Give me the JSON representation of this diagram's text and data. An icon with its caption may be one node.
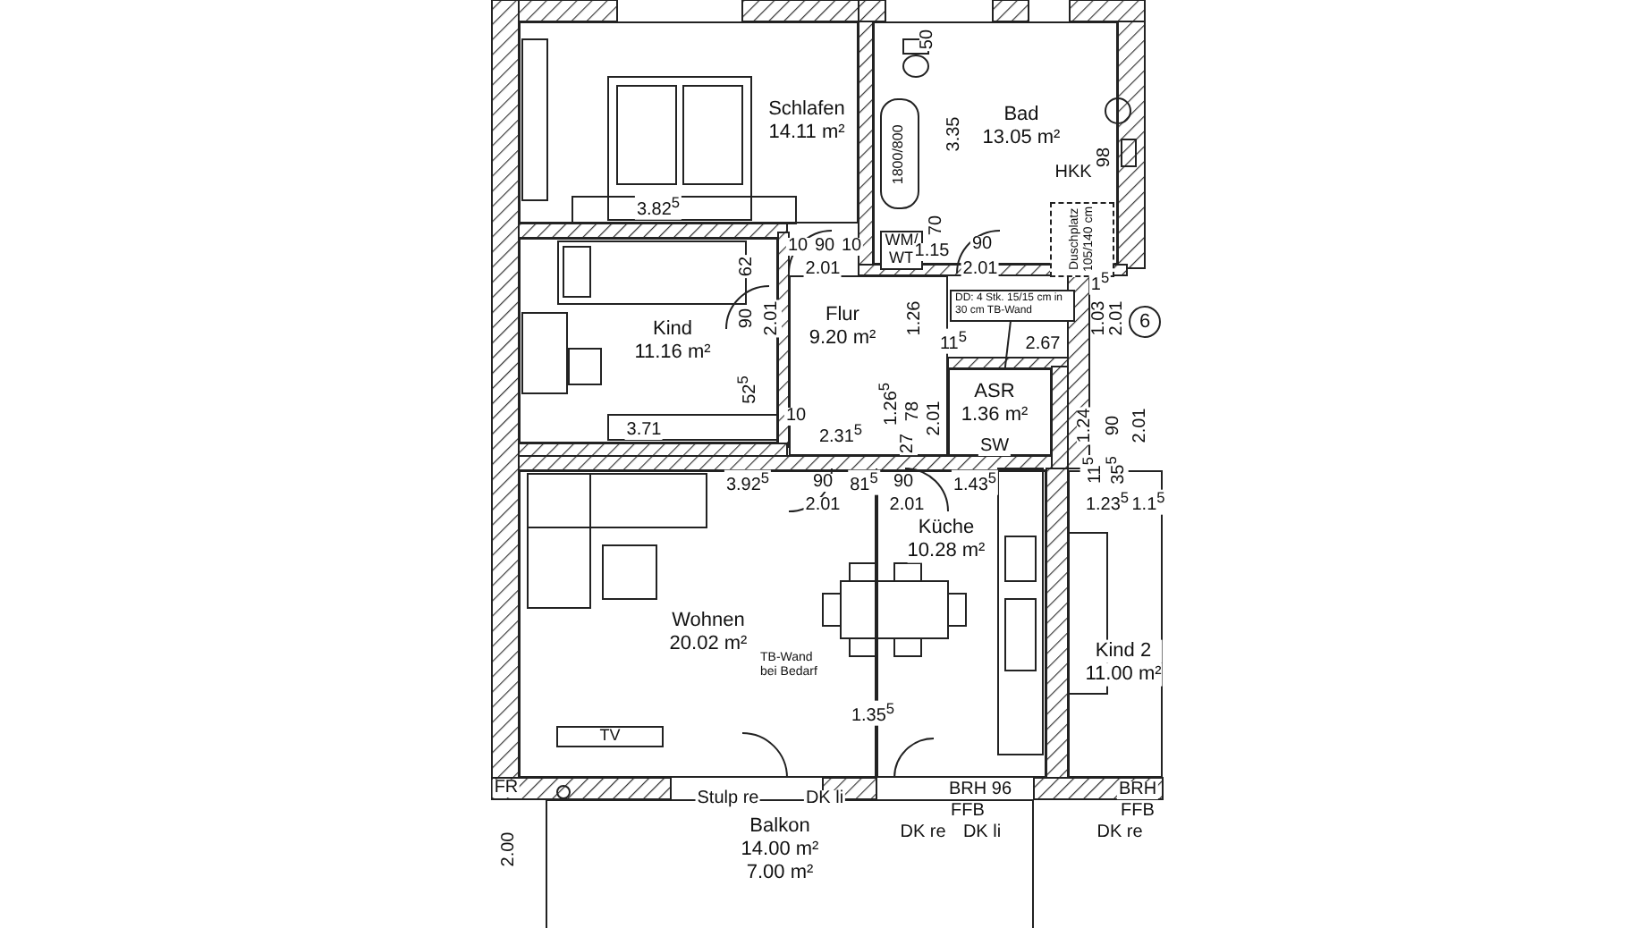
{
  "diagram": {
    "nodes": [
      {
        "text": [
          "Schlafen",
          "14.11 m²"
        ]
      },
      {
        "text": [
          "Bad",
          "13.05 m²"
        ]
      },
      {
        "text": [
          "Kind",
          "11.16 m²"
        ]
      },
      {
        "text": [
          "Flur",
          "9.20 m²"
        ]
      },
      {
        "text": [
          "ASR",
          "1.36 m²"
        ]
      },
      {
        "text": [
          "6"
        ]
      },
      {
        "text": [
          "Wohnen",
          "20.02 m²"
        ]
      },
      {
        "text": [
          "Küche",
          "10.28 m²"
        ]
      },
      {
        "text": [
          "Kind 2",
          "11.00 m²"
        ]
      },
      {
        "text": [
          "Balkon",
          "14.00 m²",
          "7.00 m²"
        ]
      },
      {
        "text": [
          "DD: 4 Stk. 15/15 cm in 30 cm TB-Wand"
        ]
      },
      {
        "text": [
          "1800/800"
        ],
        "in": 1
      },
      {
        "text": [
          "Duschplatz 105/140 cm"
        ],
        "in": 1
      },
      {
        "text": [
          "WM/ WT"
        ],
        "in": 1
      },
      {
        "text": [
          "TV"
        ],
        "in": 6
      }
    ],
    "edges": [
      {
        "from": 10,
        "to": 4,
        "arrow": "none"
      }
    ],
    "labels": [
      "3.82$^{5}$",
      "50",
      "3.35",
      "98",
      "HKK",
      "10",
      "90",
      "10",
      "2.01",
      "70",
      "1.15",
      "90",
      "2.01",
      "62",
      "90",
      "2.01",
      "52$^{5}$",
      "3.71",
      "10",
      "1.26",
      "11$^{5}$",
      "2.67",
      "1.03",
      "1$^{5}$",
      "2.01",
      "1.26$^{5}$",
      "78",
      "2.01",
      "2.31$^{5}$",
      "27",
      "SW",
      "1.24",
      "90",
      "2.01",
      "3.92$^{5}$",
      "90",
      "2.01",
      "81$^{5}$",
      "90",
      "2.01",
      "1.43$^{5}$",
      "11$^{5}$",
      "35$^{5}$",
      "1.23$^{5}$",
      "1.1$^{5}$",
      "TB-Wand bei Bedarf",
      "1.35$^{5}$",
      "FR",
      "Stulp re",
      "DK li",
      "BRH 96",
      "FFB",
      "DK re",
      "DK li",
      "BRH",
      "FFB",
      "DK re",
      "2.00"
    ]
  }
}
